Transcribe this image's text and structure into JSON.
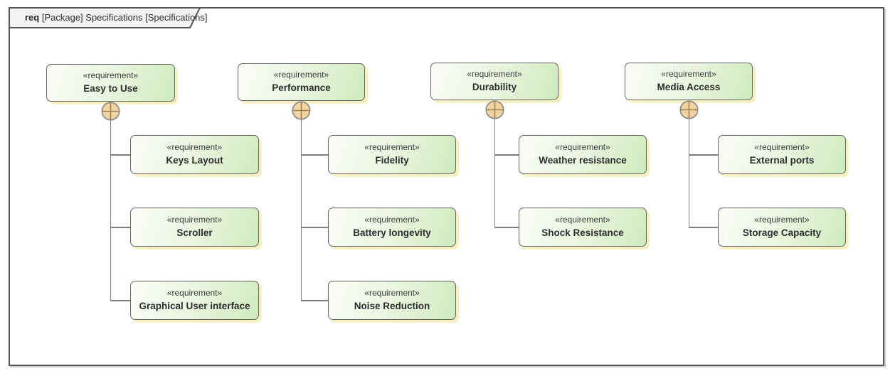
{
  "frame": {
    "keyword": "req",
    "title": " [Package] Specifications [Specifications]"
  },
  "stereotype": "«requirement»",
  "columns": [
    {
      "parent": {
        "name": "Easy to Use"
      },
      "children": [
        {
          "name": "Keys Layout"
        },
        {
          "name": "Scroller"
        },
        {
          "name": "Graphical User interface"
        }
      ]
    },
    {
      "parent": {
        "name": "Performance"
      },
      "children": [
        {
          "name": "Fidelity"
        },
        {
          "name": "Battery longevity"
        },
        {
          "name": "Noise Reduction"
        }
      ]
    },
    {
      "parent": {
        "name": "Durability"
      },
      "children": [
        {
          "name": "Weather resistance"
        },
        {
          "name": "Shock Resistance"
        }
      ]
    },
    {
      "parent": {
        "name": "Media Access"
      },
      "children": [
        {
          "name": "External ports"
        },
        {
          "name": "Storage Capacity"
        }
      ]
    }
  ],
  "colors": {
    "box_border": "#646464",
    "box_fill_light": "#fafcf6",
    "box_fill_green": "#cfeabd",
    "box_shadow_color": "#f6f0c0",
    "connector": "#7b7b7b",
    "crosshair_fill": "#f3d5a4",
    "crosshair_cross": "#a08050",
    "frame_border": "#565656",
    "tab_fill": "#f3f3f1"
  }
}
